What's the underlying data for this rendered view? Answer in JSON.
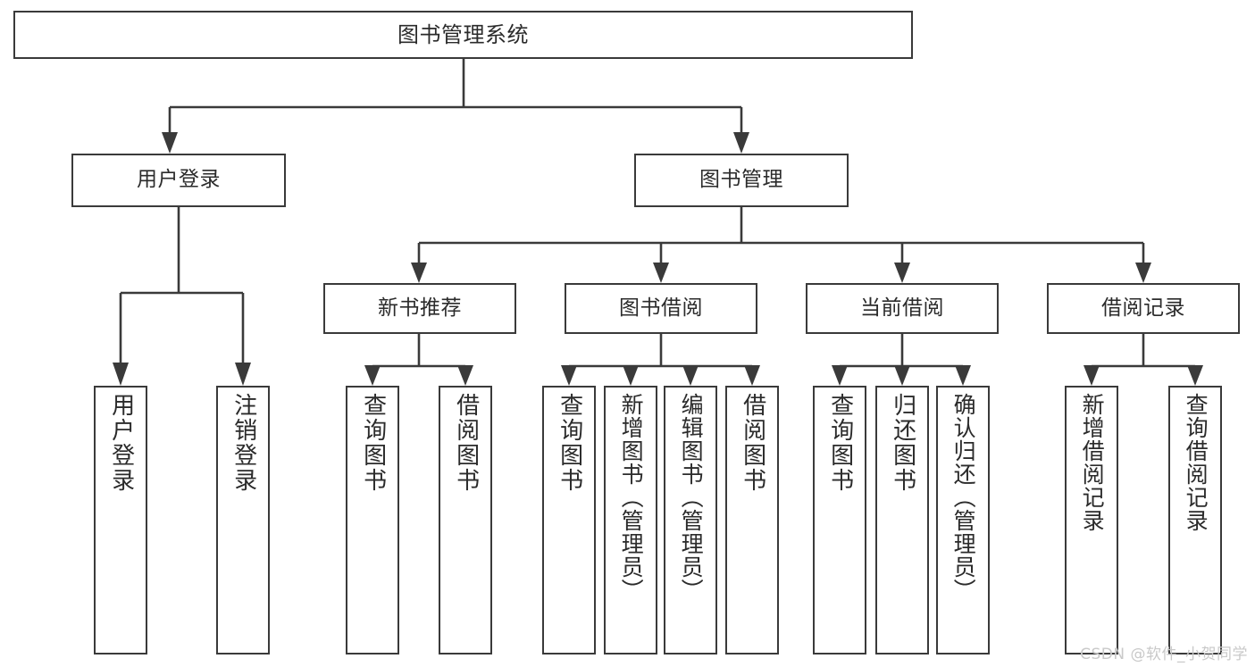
{
  "diagram": {
    "title": "图书管理系统",
    "type": "hierarchy-tree",
    "watermark": "CSDN @软件_小贺同学",
    "colors": {
      "stroke": "#3a3a3a",
      "fill": "#ffffff",
      "text": "#2b2b2b",
      "watermark": "#c9c9c9"
    },
    "levels": {
      "root": {
        "label": "图书管理系统"
      },
      "level2": [
        {
          "label": "用户登录"
        },
        {
          "label": "图书管理"
        }
      ],
      "level3": [
        {
          "label": "新书推荐"
        },
        {
          "label": "图书借阅"
        },
        {
          "label": "当前借阅"
        },
        {
          "label": "借阅记录"
        }
      ],
      "leaves": [
        {
          "label": "用户登录",
          "parent": "用户登录"
        },
        {
          "label": "注销登录",
          "parent": "用户登录"
        },
        {
          "label": "查询图书",
          "parent": "新书推荐"
        },
        {
          "label": "借阅图书",
          "parent": "新书推荐"
        },
        {
          "label": "查询图书",
          "parent": "图书借阅"
        },
        {
          "label": "新增图书（管理员）",
          "parent": "图书借阅"
        },
        {
          "label": "编辑图书（管理员）",
          "parent": "图书借阅"
        },
        {
          "label": "借阅图书",
          "parent": "图书借阅"
        },
        {
          "label": "查询图书",
          "parent": "当前借阅"
        },
        {
          "label": "归还图书",
          "parent": "当前借阅"
        },
        {
          "label": "确认归还（管理员）",
          "parent": "当前借阅"
        },
        {
          "label": "新增借阅记录",
          "parent": "借阅记录"
        },
        {
          "label": "查询借阅记录",
          "parent": "借阅记录"
        }
      ]
    }
  }
}
